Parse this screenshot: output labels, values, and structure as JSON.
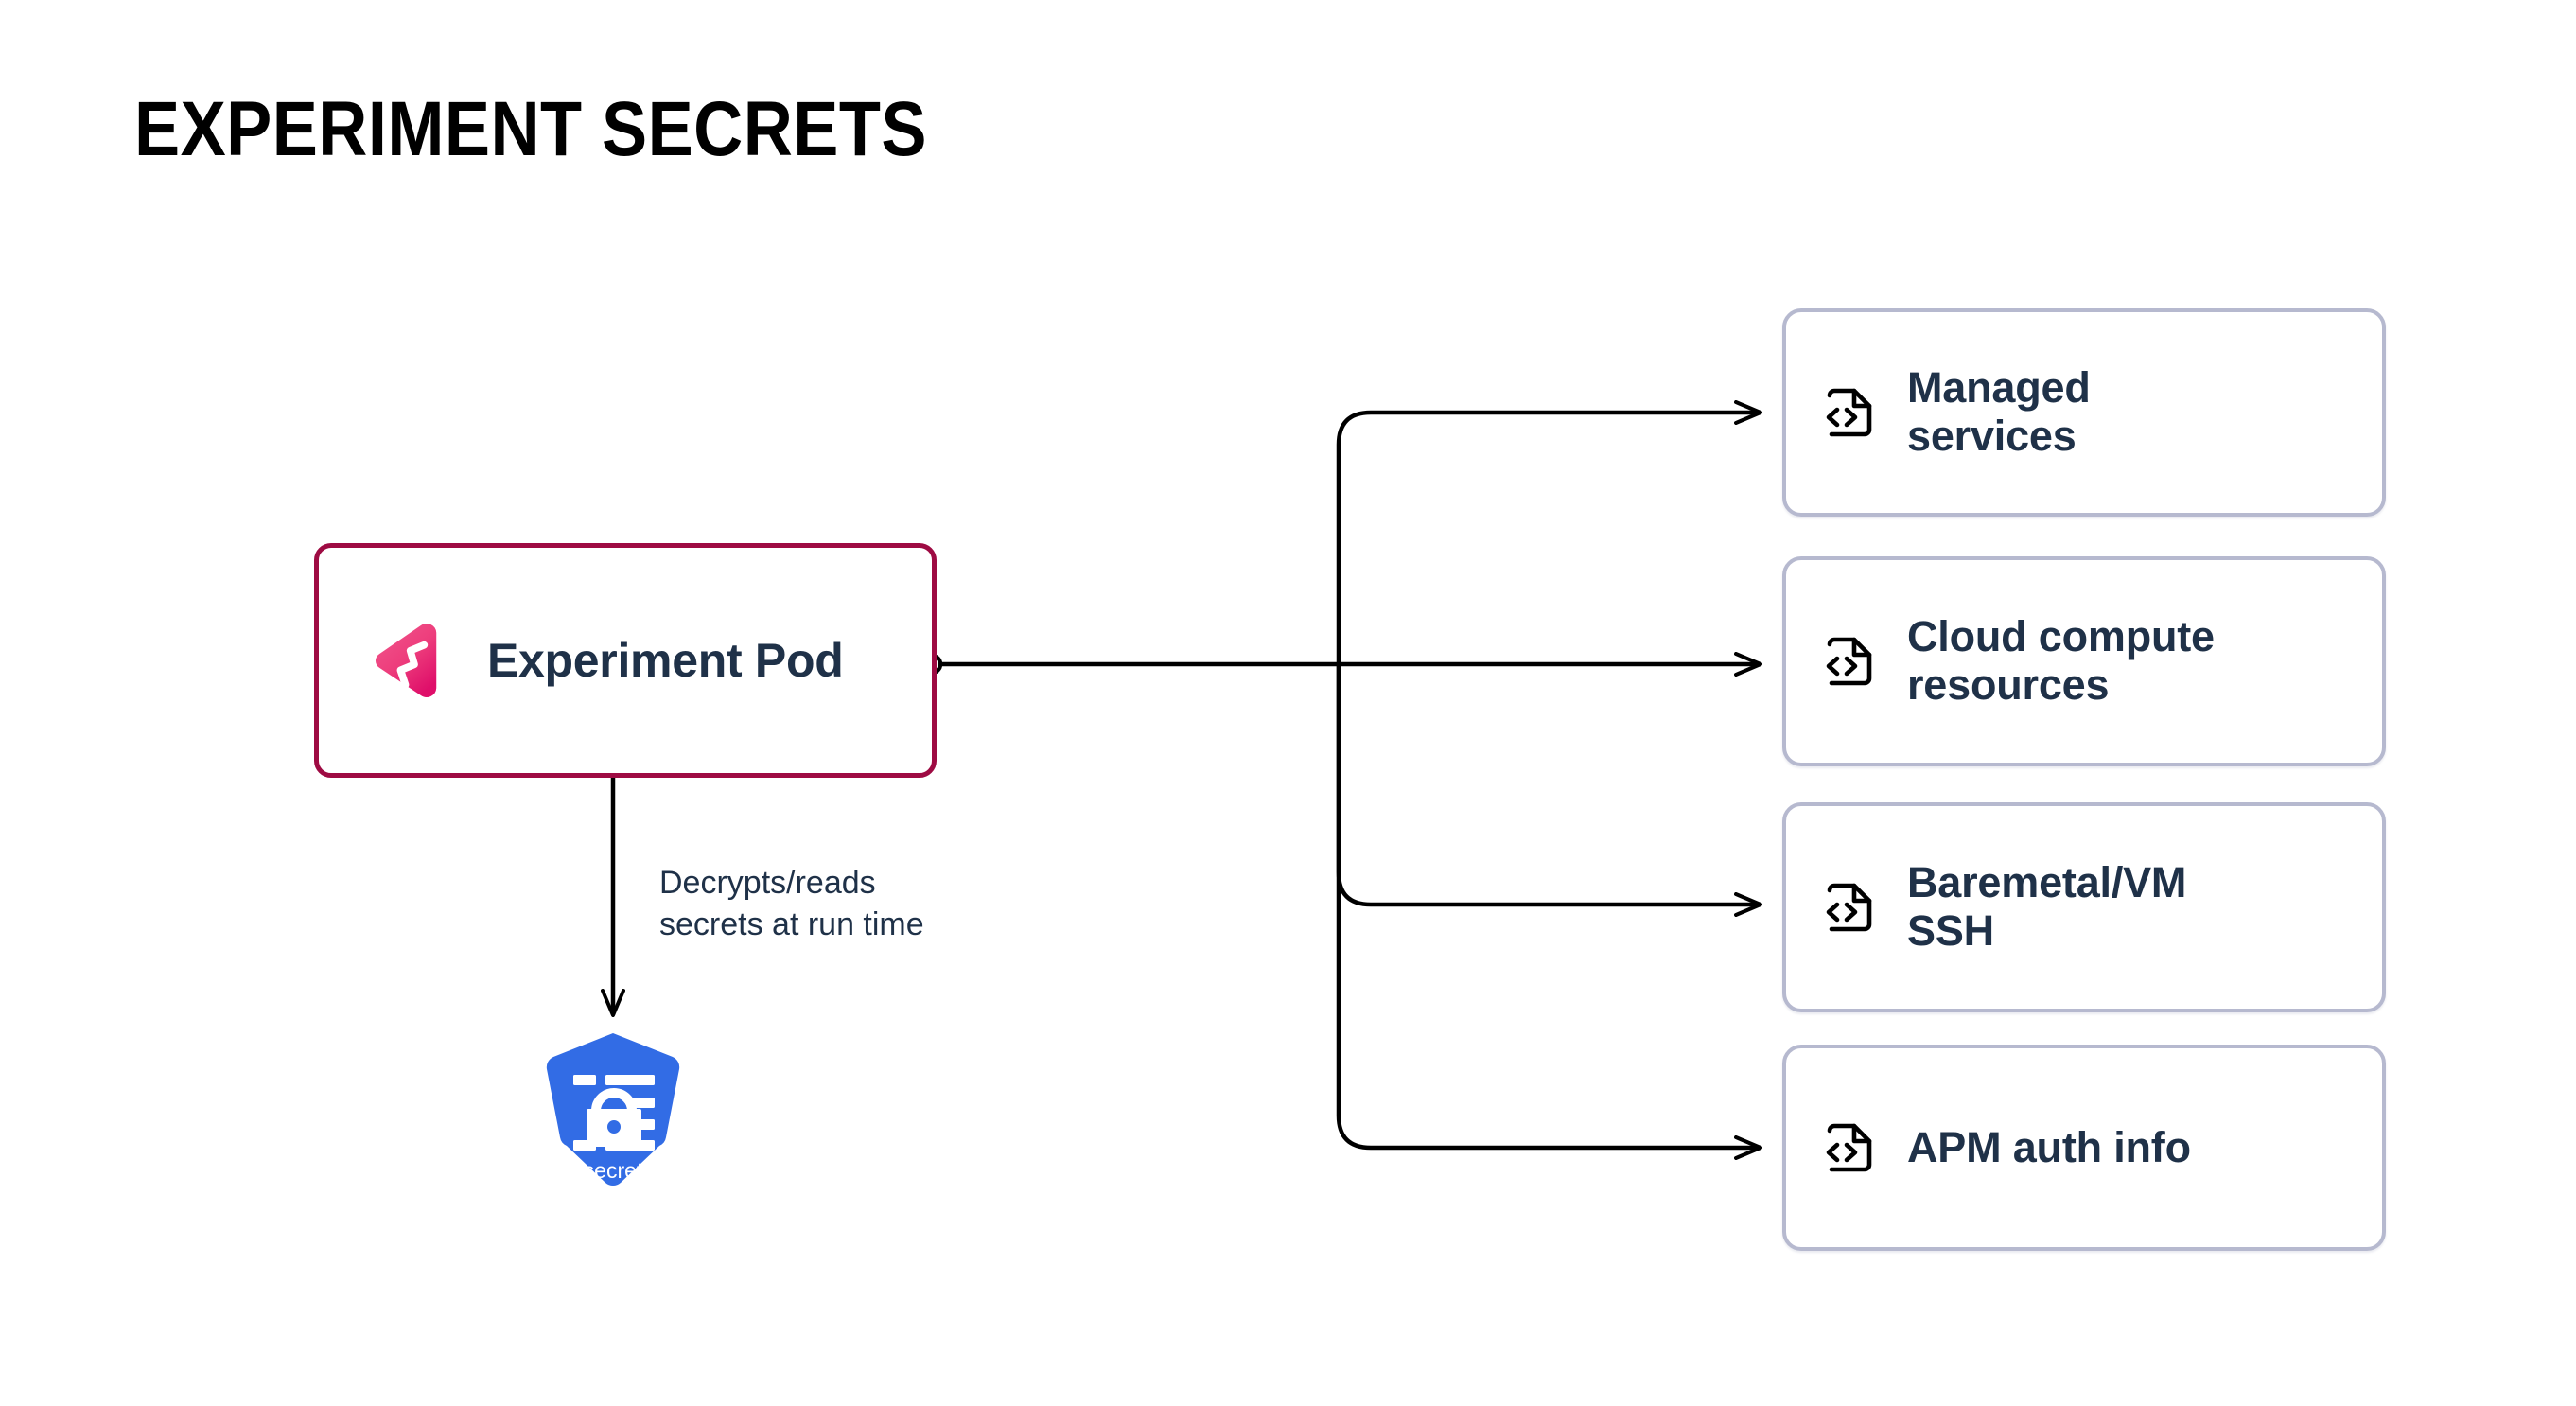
{
  "page": {
    "title": "EXPERIMENT SECRETS",
    "background_color": "#ffffff"
  },
  "colors": {
    "title_text": "#000000",
    "node_text": "#1f3148",
    "pod_border": "#9e0b43",
    "pod_logo_pink": "#ef3e7e",
    "pod_logo_magenta": "#e01a6f",
    "card_border": "#b6b9cf",
    "card_icon": "#000000",
    "kubernetes_blue": "#326ce5",
    "connector_line": "#000000"
  },
  "source_node": {
    "label": "Experiment Pod",
    "logo_icon": "gremlin-logo-icon",
    "border_color": "#9e0b43"
  },
  "edge_annotation": {
    "line_1": "Decrypts/reads",
    "line_2": "secrets at run time",
    "full_text": "Decrypts/reads secrets at run time"
  },
  "secret_node": {
    "label": "secret",
    "icon": "kubernetes-secret-icon",
    "color": "#326ce5"
  },
  "target_cards": [
    {
      "id": "card-0",
      "label_line_1": "Managed",
      "label_line_2": "services",
      "label": "Managed services",
      "icon": "file-code-icon"
    },
    {
      "id": "card-1",
      "label_line_1": "Cloud compute",
      "label_line_2": "resources",
      "label": "Cloud compute resources",
      "icon": "file-code-icon"
    },
    {
      "id": "card-2",
      "label_line_1": "Baremetal/VM",
      "label_line_2": "SSH",
      "label": "Baremetal/VM SSH",
      "icon": "file-code-icon"
    },
    {
      "id": "card-3",
      "label_line_1": "APM auth info",
      "label_line_2": "",
      "label": "APM auth info",
      "icon": "file-code-icon"
    }
  ]
}
